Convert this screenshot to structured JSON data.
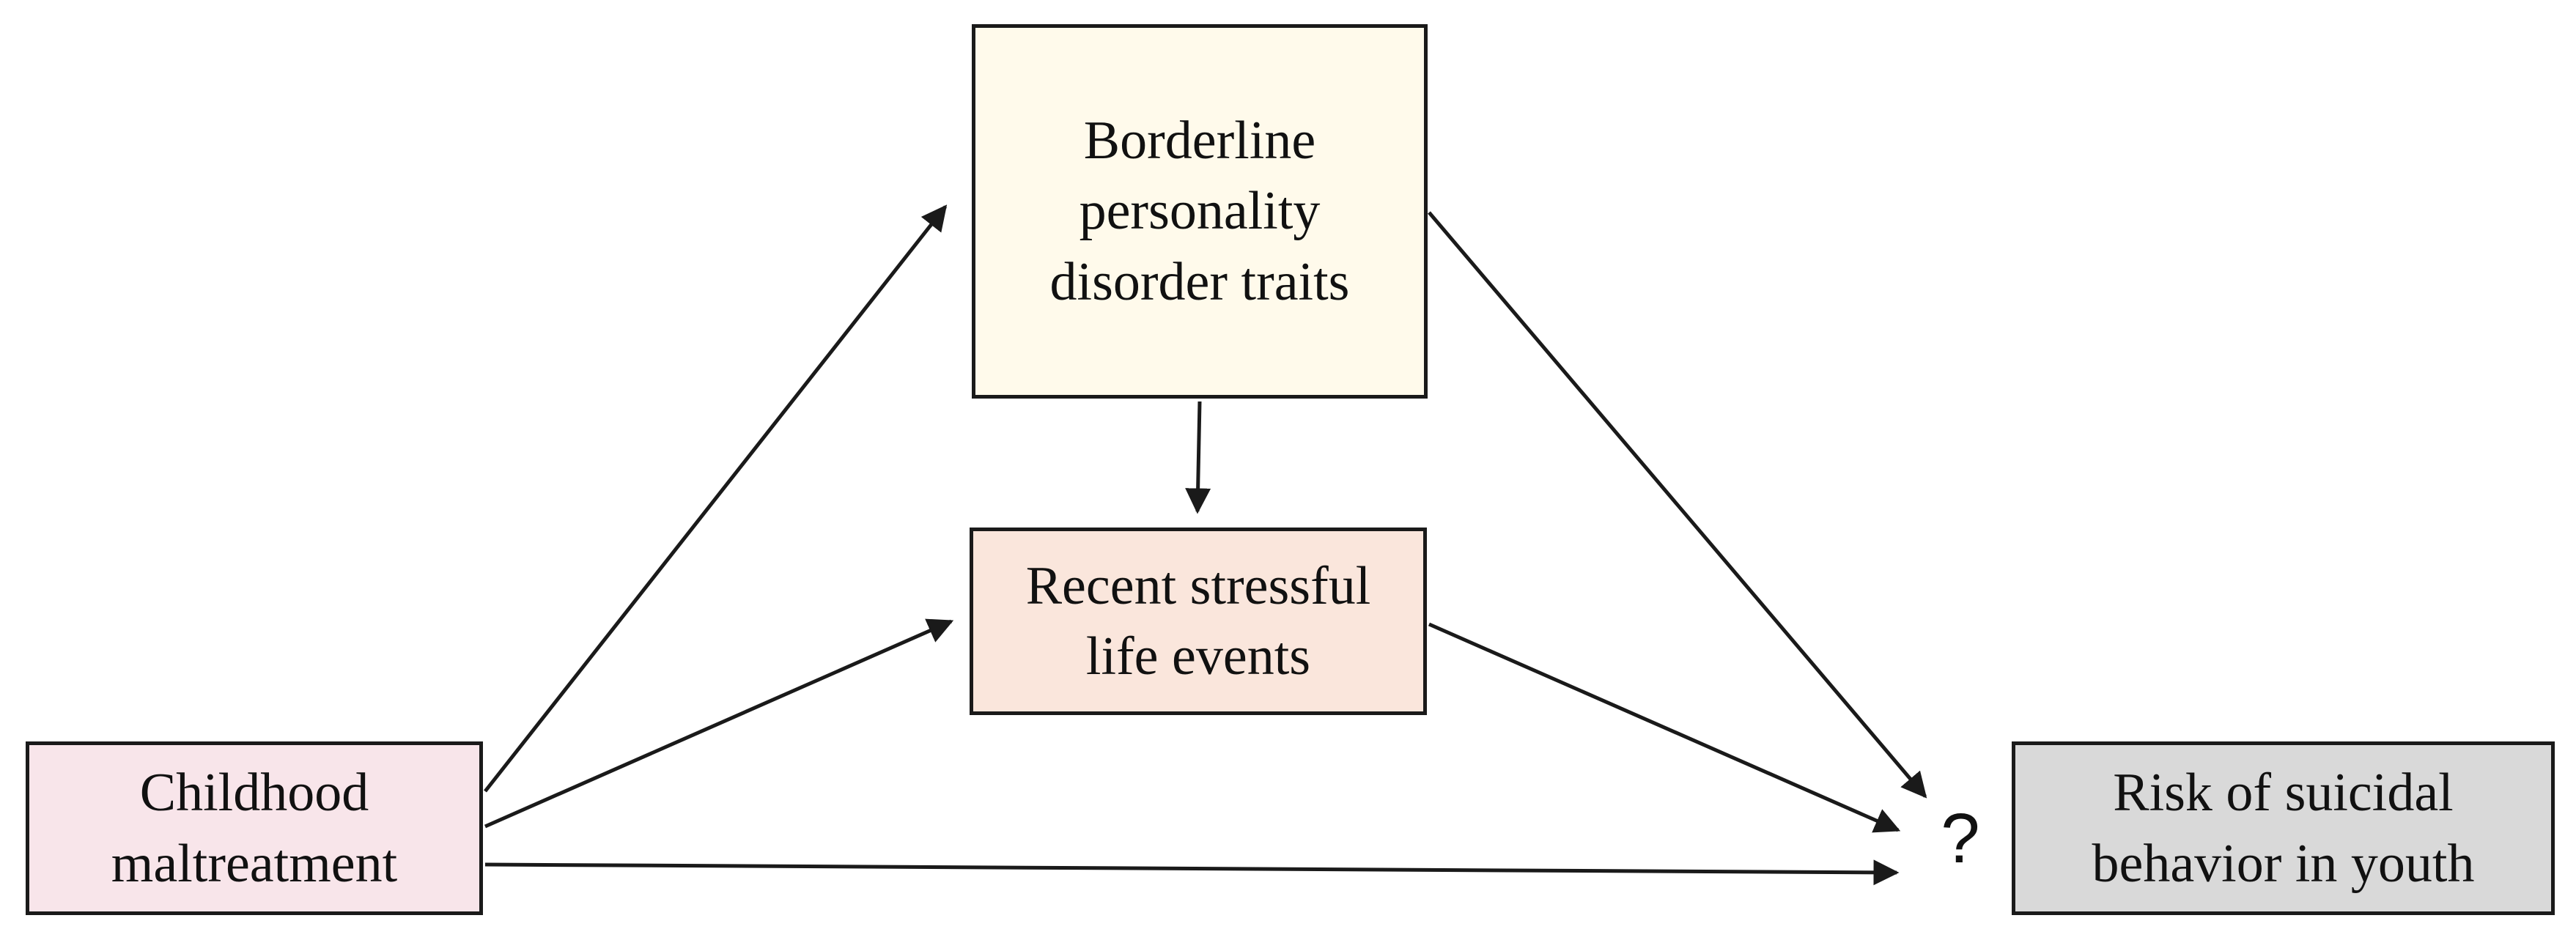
{
  "nodes": {
    "borderline": "Borderline\npersonality\ndisorder traits",
    "stressful_events": "Recent stressful\nlife events",
    "childhood_maltreatment": "Childhood\nmaltreatment",
    "suicidal_risk": "Risk of suicidal\nbehavior in youth"
  },
  "question_mark": "?",
  "colors": {
    "borderline_fill": "#fffaeb",
    "stressful_fill": "#fae6dc",
    "maltreatment_fill": "#f8e5ea",
    "risk_fill": "#d9d9d9",
    "stroke": "#1a1a1a"
  },
  "edges": [
    {
      "from": "childhood_maltreatment",
      "to": "borderline"
    },
    {
      "from": "childhood_maltreatment",
      "to": "stressful_events"
    },
    {
      "from": "childhood_maltreatment",
      "to": "suicidal_risk"
    },
    {
      "from": "borderline",
      "to": "stressful_events"
    },
    {
      "from": "borderline",
      "to": "suicidal_risk"
    },
    {
      "from": "stressful_events",
      "to": "suicidal_risk"
    }
  ]
}
